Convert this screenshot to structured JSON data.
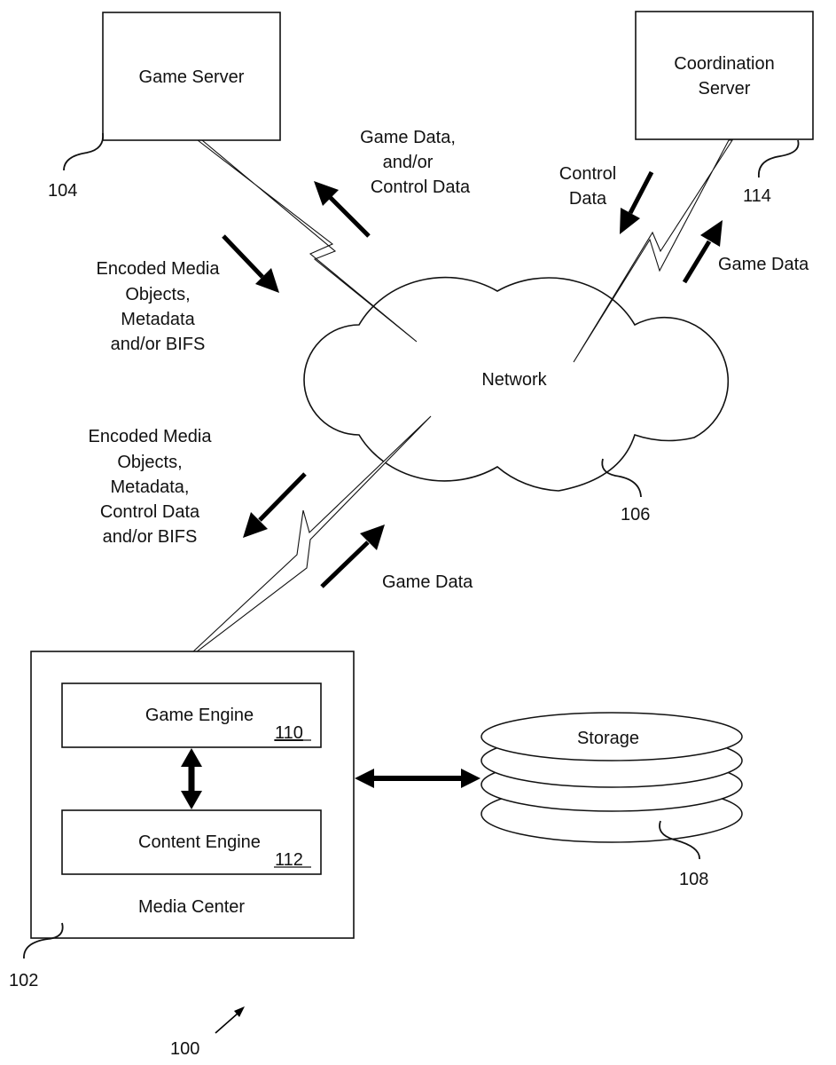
{
  "figure_number": "100",
  "nodes": {
    "game_server": {
      "label": "Game Server",
      "ref": "104"
    },
    "coordination_server": {
      "label_line1": "Coordination",
      "label_line2": "Server",
      "ref": "114"
    },
    "network": {
      "label": "Network",
      "ref": "106"
    },
    "media_center": {
      "label": "Media Center",
      "ref": "102"
    },
    "game_engine": {
      "label": "Game Engine",
      "ref": "110"
    },
    "content_engine": {
      "label": "Content Engine",
      "ref": "112"
    },
    "storage": {
      "label": "Storage",
      "ref": "108"
    }
  },
  "flows": {
    "game_server_up": [
      "Game Data,",
      "and/or",
      "Control Data"
    ],
    "game_server_down": [
      "Encoded Media",
      "Objects,",
      "Metadata",
      "and/or BIFS"
    ],
    "coord_down": [
      "Control",
      "Data"
    ],
    "coord_up": [
      "Game Data"
    ],
    "media_down": [
      "Encoded Media",
      "Objects,",
      "Metadata,",
      "Control Data",
      "and/or BIFS"
    ],
    "media_up": [
      "Game Data"
    ]
  }
}
